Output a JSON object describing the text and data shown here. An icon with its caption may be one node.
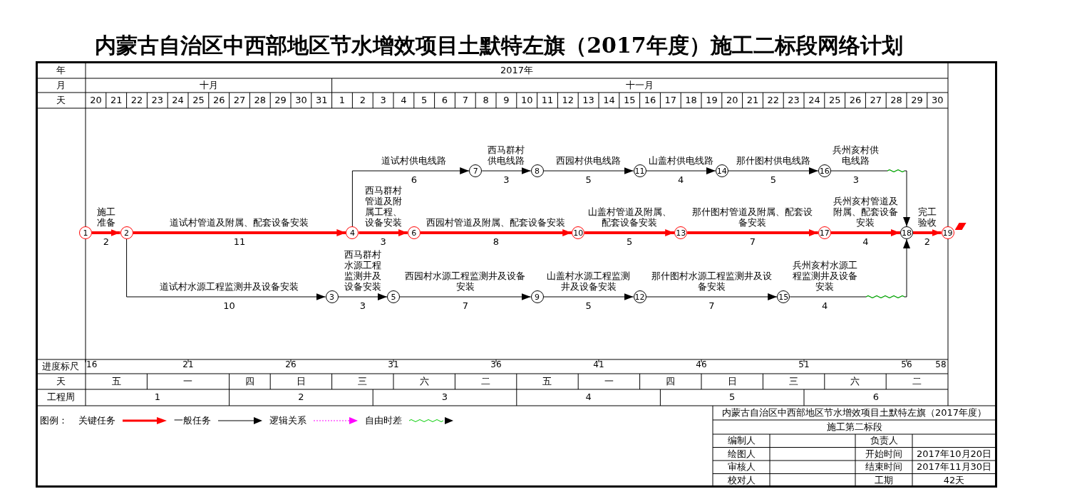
{
  "diagram": {
    "title": "内蒙古自治区中西部地区节水增效项目土默特左旗（2017年度）施工二标段网络计划",
    "nodes": [
      {
        "text": [
          "1"
        ]
      },
      {
        "text": [
          "2"
        ]
      },
      {
        "text": [
          "3"
        ]
      },
      {
        "text": [
          "4"
        ]
      },
      {
        "text": [
          "5"
        ]
      },
      {
        "text": [
          "6"
        ]
      },
      {
        "text": [
          "7"
        ]
      },
      {
        "text": [
          "8"
        ]
      },
      {
        "text": [
          "9"
        ]
      },
      {
        "text": [
          "10"
        ]
      },
      {
        "text": [
          "11"
        ]
      },
      {
        "text": [
          "12"
        ]
      },
      {
        "text": [
          "13"
        ]
      },
      {
        "text": [
          "14"
        ]
      },
      {
        "text": [
          "15"
        ]
      },
      {
        "text": [
          "16"
        ]
      },
      {
        "text": [
          "17"
        ]
      },
      {
        "text": [
          "18"
        ]
      },
      {
        "text": [
          "19"
        ]
      }
    ],
    "edges": [
      {
        "from": 0,
        "to": 1,
        "arrow": "to",
        "label": "施工准备",
        "style": "thick",
        "color": "#ff0000"
      },
      {
        "from": 1,
        "to": 3,
        "arrow": "to",
        "label": "道试村管道及附属、配套设备安装",
        "style": "thick",
        "color": "#ff0000"
      },
      {
        "from": 3,
        "to": 5,
        "arrow": "to",
        "label": "西马群村管道及附属工程、设备安装",
        "style": "thick",
        "color": "#ff0000"
      },
      {
        "from": 5,
        "to": 9,
        "arrow": "to",
        "label": "西园村管道及附属、配套设备安装",
        "style": "thick",
        "color": "#ff0000"
      },
      {
        "from": 9,
        "to": 12,
        "arrow": "to",
        "label": "山盖村管道及附属、配套设备安装",
        "style": "thick",
        "color": "#ff0000"
      },
      {
        "from": 12,
        "to": 16,
        "arrow": "to",
        "label": "那什图村管道及附属、配套设备安装",
        "style": "thick",
        "color": "#ff0000"
      },
      {
        "from": 16,
        "to": 17,
        "arrow": "to",
        "label": "兵州亥村管道及附属、配套设备安装",
        "style": "thick",
        "color": "#ff0000"
      },
      {
        "from": 17,
        "to": 18,
        "arrow": "to",
        "label": "完工验收",
        "style": "thick",
        "color": "#ff0000"
      },
      {
        "from": 3,
        "to": 6,
        "arrow": "to",
        "label": "道试村供电线路"
      },
      {
        "from": 6,
        "to": 7,
        "arrow": "to",
        "label": "西马群村供电线路"
      },
      {
        "from": 7,
        "to": 10,
        "arrow": "to",
        "label": "西园村供电线路"
      },
      {
        "from": 10,
        "to": 13,
        "arrow": "to",
        "label": "山盖村供电线路"
      },
      {
        "from": 13,
        "to": 15,
        "arrow": "to",
        "label": "那什图村供电线路"
      },
      {
        "from": 15,
        "to": 17,
        "arrow": "to",
        "label": "兵州亥村供电线路"
      },
      {
        "from": 1,
        "to": 2,
        "arrow": "to",
        "label": "道试村水源工程监测井及设备安装"
      },
      {
        "from": 2,
        "to": 4,
        "arrow": "to",
        "label": "西马群村水源工程监测井及设备安装"
      },
      {
        "from": 4,
        "to": 8,
        "arrow": "to",
        "label": "西园村水源工程监测井及设备安装"
      },
      {
        "from": 8,
        "to": 11,
        "arrow": "to",
        "label": "山盖村水源工程监测井及设备安装"
      },
      {
        "from": 11,
        "to": 14,
        "arrow": "to",
        "label": "那什图村水源工程监测井及设备安装"
      },
      {
        "from": 14,
        "to": 17,
        "arrow": "to",
        "label": "兵州亥村水源工程监测井及设备安装"
      }
    ],
    "labels": [
      "年",
      "2017年",
      "月",
      "十月",
      "十一月",
      "天",
      "20",
      "21",
      "22",
      "23",
      "24",
      "25",
      "26",
      "27",
      "28",
      "29",
      "30",
      "31",
      "1",
      "2",
      "3",
      "4",
      "5",
      "6",
      "7",
      "8",
      "9",
      "10",
      "11",
      "12",
      "13",
      "14",
      "15",
      "16",
      "17",
      "18",
      "19",
      "20",
      "21",
      "22",
      "23",
      "24",
      "25",
      "26",
      "27",
      "28",
      "29",
      "30",
      "6",
      "3",
      "5",
      "4",
      "5",
      "3",
      "2",
      "11",
      "3",
      "8",
      "5",
      "7",
      "4",
      "2",
      "10",
      "3",
      "7",
      "5",
      "7",
      "4",
      "进度标尺",
      "16",
      "21",
      "26",
      "31",
      "36",
      "41",
      "46",
      "51",
      "56",
      "58",
      "天",
      "五",
      "一",
      "四",
      "日",
      "三",
      "六",
      "二",
      "五",
      "一",
      "四",
      "日",
      "三",
      "六",
      "二",
      "工程周",
      "1",
      "2",
      "3",
      "4",
      "5",
      "6",
      "图例：",
      "内蒙古自治区中西部地区节水增效项目土默特左旗（2017年度）",
      "施工第二标段",
      "编制人",
      "负责人",
      "绘图人",
      "开始时间",
      "2017年10月20日",
      "审核人",
      "结束时间",
      "2017年11月30日",
      "校对人",
      "工期",
      "42天"
    ],
    "legend": [
      {
        "text": "关键任务"
      },
      {
        "text": "一般任务"
      },
      {
        "text": "逻辑关系"
      },
      {
        "text": "自由时差"
      }
    ]
  }
}
